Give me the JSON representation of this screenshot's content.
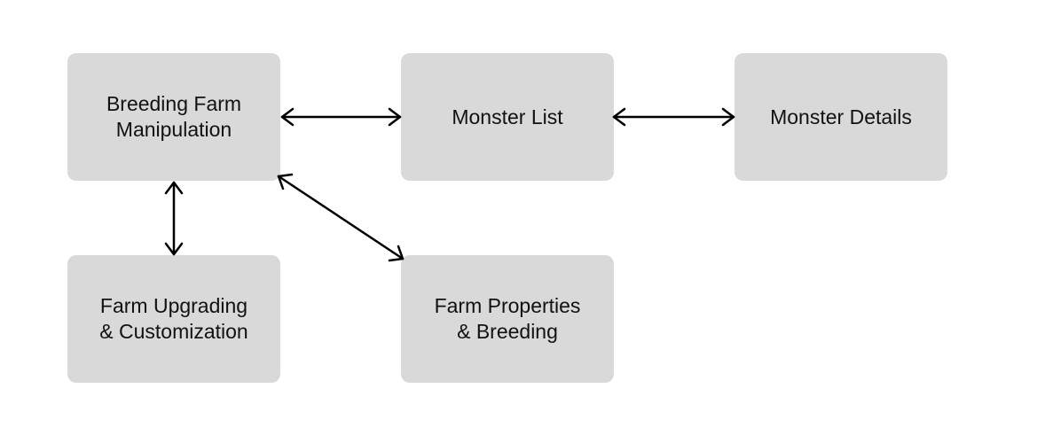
{
  "nodes": {
    "breeding_farm": "Breeding Farm\nManipulation",
    "monster_list": "Monster List",
    "monster_details": "Monster Details",
    "farm_upgrading": "Farm Upgrading\n& Customization",
    "farm_properties": "Farm Properties\n& Breeding"
  },
  "edges": [
    {
      "from": "breeding_farm",
      "to": "monster_list",
      "bidirectional": true
    },
    {
      "from": "monster_list",
      "to": "monster_details",
      "bidirectional": true
    },
    {
      "from": "breeding_farm",
      "to": "farm_upgrading",
      "bidirectional": true
    },
    {
      "from": "breeding_farm",
      "to": "farm_properties",
      "bidirectional": true
    }
  ],
  "colors": {
    "node_fill": "#d9d9d9",
    "text": "#111111",
    "arrow": "#000000",
    "background": "#ffffff"
  }
}
